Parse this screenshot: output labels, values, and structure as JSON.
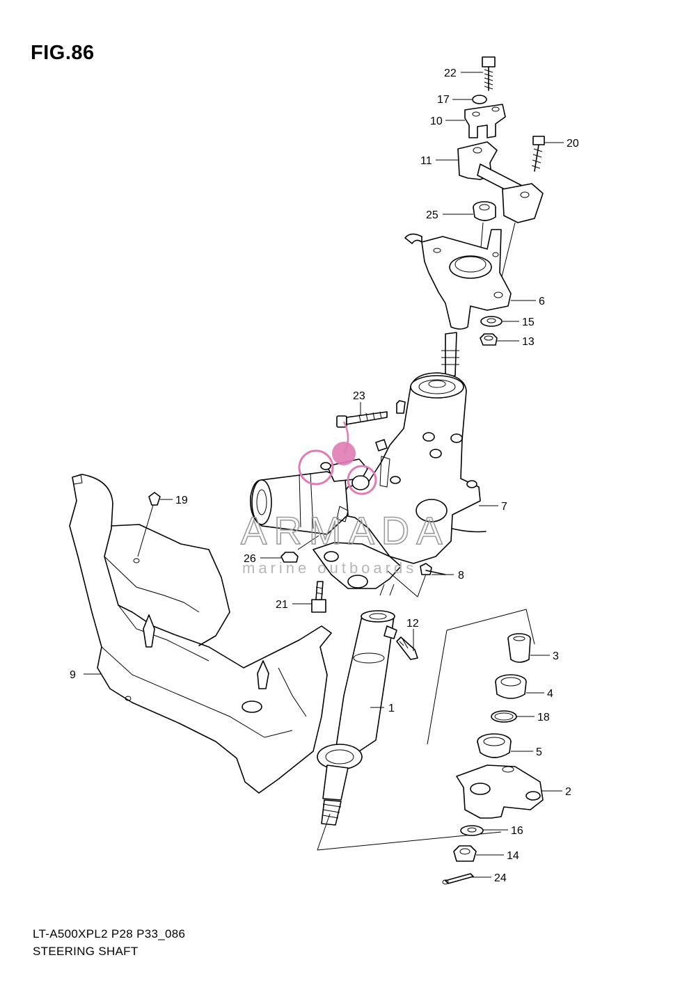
{
  "figure": {
    "title": "FIG.86"
  },
  "footer": {
    "line1": "LT-A500XPL2 P28 P33_086",
    "line2": "STEERING SHAFT"
  },
  "watermark": {
    "brand": "ARMADA",
    "tagline": "marine outboards",
    "logo_color": "#e07bb4"
  },
  "callouts": [
    "22",
    "17",
    "10",
    "11",
    "20",
    "25",
    "6",
    "15",
    "13",
    "23",
    "7",
    "19",
    "26",
    "8",
    "21",
    "12",
    "3",
    "4",
    "18",
    "1",
    "5",
    "9",
    "2",
    "16",
    "14",
    "24"
  ]
}
